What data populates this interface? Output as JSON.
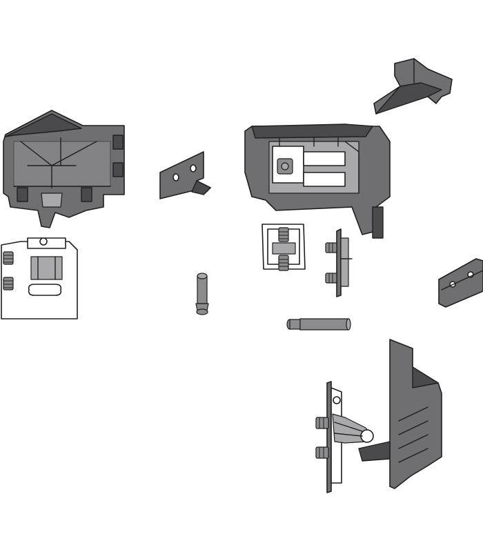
{
  "diagram": {
    "parts": [
      "left-end-cap",
      "front-fixing-plate",
      "dowel-pin",
      "mounting-bracket",
      "right-end-cap",
      "angled-clip",
      "screw-clamp",
      "hinge-adapter-plate",
      "side-bracket-plate",
      "drawer-side-panel",
      "runner-mechanism"
    ],
    "colors": {
      "part_fill": "#6f6f71",
      "part_dark": "#4a4a4c",
      "part_light": "#a9a9ab",
      "outline": "#1e1e1e",
      "screw_fill": "#8c8c8e",
      "background": "#ffffff"
    }
  }
}
